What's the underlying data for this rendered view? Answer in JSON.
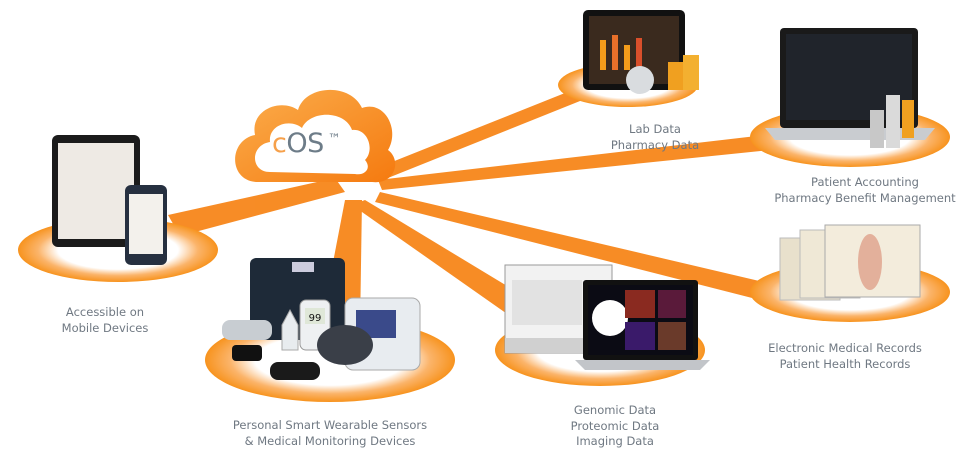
{
  "logo": {
    "prefix": "c",
    "name": "OS",
    "mark": "™"
  },
  "colors": {
    "accent": "#f7931e",
    "ring": "#f9a24c",
    "text": "#6f7882"
  },
  "nodes": {
    "mobile": {
      "lines": [
        "Accessible on",
        "Mobile Devices"
      ]
    },
    "lab": {
      "lines": [
        "Lab Data",
        "Pharmacy Data"
      ]
    },
    "accounting": {
      "lines": [
        "Patient Accounting",
        "Pharmacy Benefit Management"
      ]
    },
    "emr": {
      "lines": [
        "Electronic Medical Records",
        "Patient Health Records"
      ]
    },
    "genomic": {
      "lines": [
        "Genomic Data",
        "Proteomic Data",
        "Imaging Data"
      ]
    },
    "wearables": {
      "lines": [
        "Personal Smart Wearable Sensors",
        "& Medical Monitoring Devices"
      ]
    }
  },
  "devices": {
    "glucose_reading": "99"
  }
}
